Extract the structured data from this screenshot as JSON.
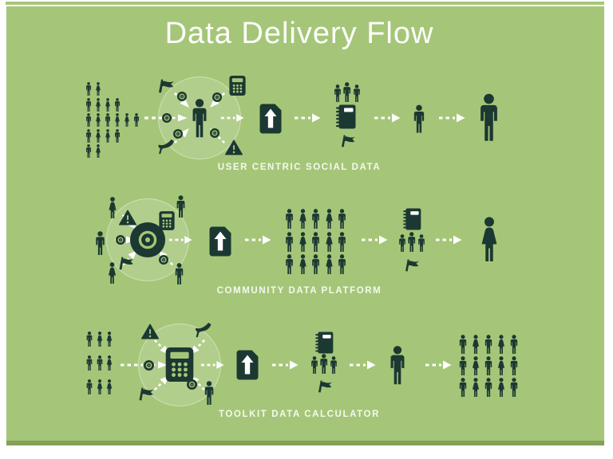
{
  "title": "Data Delivery Flow",
  "colors": {
    "card_green": "#a5c678",
    "icon_dark": "#1c3832",
    "white": "#ffffff",
    "hub_tint": "rgba(255,255,255,0.15)",
    "shadow_green": "#83a158"
  },
  "glyphs": [
    "person-icon",
    "flag-icon",
    "calculator-icon",
    "heel-shoe-icon",
    "warning-triangle-icon",
    "target-icon",
    "disc-icon",
    "upload-document-icon",
    "notebook-icon",
    "dashed-arrow-icon"
  ],
  "rows": [
    {
      "label": "USER CENTRIC SOCIAL DATA",
      "crowd": {
        "rows": [
          "mf",
          "mffm",
          "mfmffm",
          "mffm",
          "mf"
        ]
      },
      "hub_center": "person",
      "satellites": [
        "flag",
        "calculator",
        "heel",
        "warning"
      ],
      "cluster_icons": [
        "people-trio",
        "notebook",
        "flag"
      ],
      "cluster_people": "mmm",
      "figures": [
        "man",
        "man"
      ]
    },
    {
      "label": "COMMUNITY DATA PLATFORM",
      "hub_center": "disc",
      "satellites": [
        "warning",
        "calculator",
        "flag"
      ],
      "hub_people": [
        "woman",
        "man",
        "man",
        "woman",
        "man"
      ],
      "crowd": {
        "rows": [
          "mfmfm",
          "mfmfm",
          "mfmfm"
        ]
      },
      "cluster_icons": [
        "people-trio",
        "notebook",
        "flag"
      ],
      "cluster_people": "mmm",
      "figures": [
        "woman"
      ]
    },
    {
      "label": "TOOLKIT DATA CALCULATOR",
      "crowd_left": {
        "rows": [
          "mff",
          "mmf",
          "mff"
        ]
      },
      "hub_center": "calculator",
      "satellites": [
        "warning",
        "heel",
        "flag",
        "man"
      ],
      "cluster_icons": [
        "people-trio",
        "notebook",
        "flag"
      ],
      "cluster_people": "mmm",
      "figures": [
        "man"
      ],
      "crowd_right": {
        "rows": [
          "mfmfm",
          "mfmfm",
          "mfmfm"
        ]
      }
    }
  ]
}
